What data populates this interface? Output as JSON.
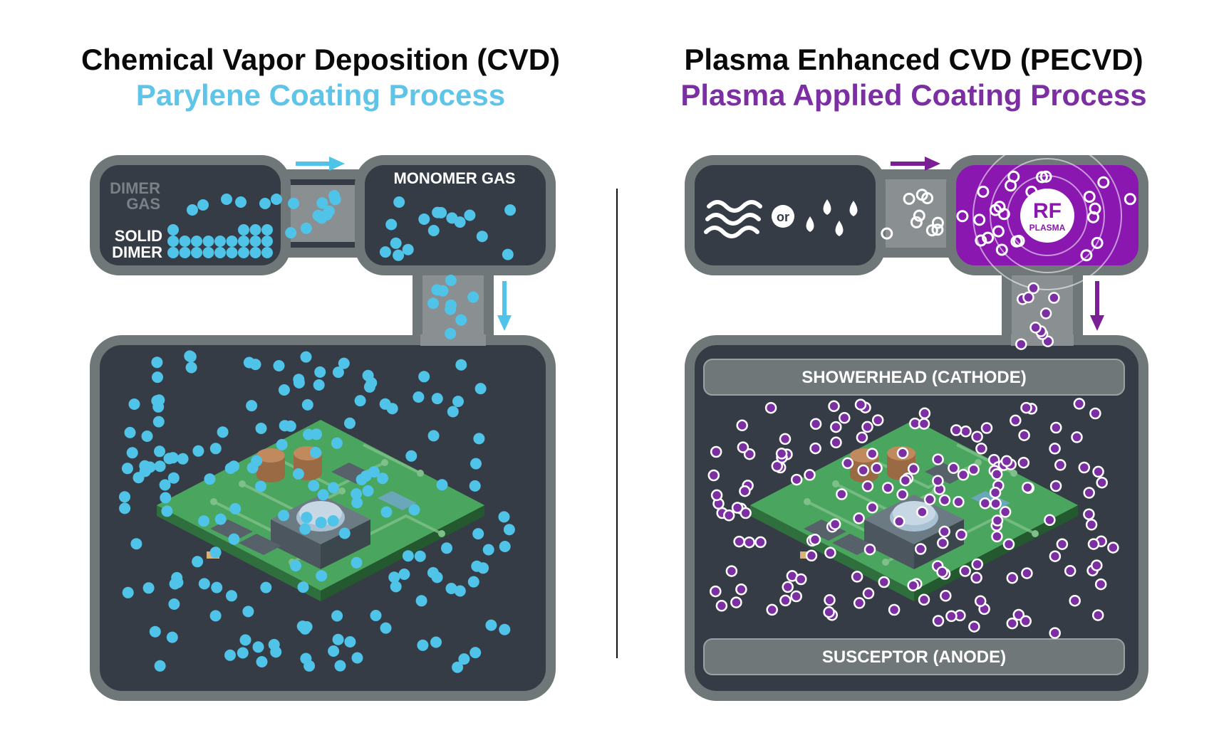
{
  "left": {
    "title": "Chemical Vapor Deposition (CVD)",
    "subtitle": "Parylene Coating Process",
    "subtitle_color": "#5ec4e8",
    "dimer_gas_1": "DIMER",
    "dimer_gas_2": "GAS",
    "solid_dimer_1": "SOLID",
    "solid_dimer_2": "DIMER",
    "monomer_gas": "MONOMER GAS",
    "particle_color": "#4fc3e8"
  },
  "right": {
    "title": "Plasma Enhanced CVD (PECVD)",
    "subtitle": "Plasma Applied Coating Process",
    "subtitle_color": "#7b2fa3",
    "or_label": "or",
    "rf_label": "RF",
    "plasma_label": "PLASMA",
    "showerhead": "SHOWERHEAD (CATHODE)",
    "susceptor": "SUSCEPTOR (ANODE)",
    "plasma_color": "#8a17b0",
    "particle_color": "#7b2fa3"
  },
  "colors": {
    "chamber_fill": "#353c46",
    "chamber_border": "#6f7778",
    "pipe": "#8a9091",
    "board": "#4aa65f"
  }
}
